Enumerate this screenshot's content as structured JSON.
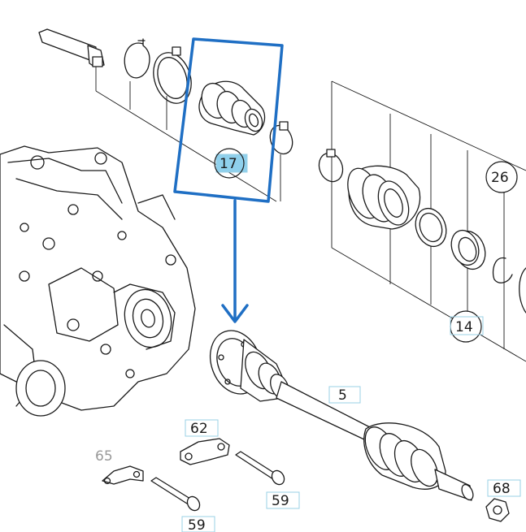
{
  "callouts": {
    "c17": "17",
    "c26": "26",
    "c14": "14",
    "c5": "5",
    "c62": "62",
    "c65": "65",
    "c59a": "59",
    "c59b": "59",
    "c68": "68"
  },
  "colors": {
    "highlight": "#1f6fc4",
    "label_highlight": "#8fd0ec",
    "ink": "#1a1a1a",
    "muted_label": "#999999"
  },
  "icons": {
    "arrow": "arrow-down-icon"
  }
}
